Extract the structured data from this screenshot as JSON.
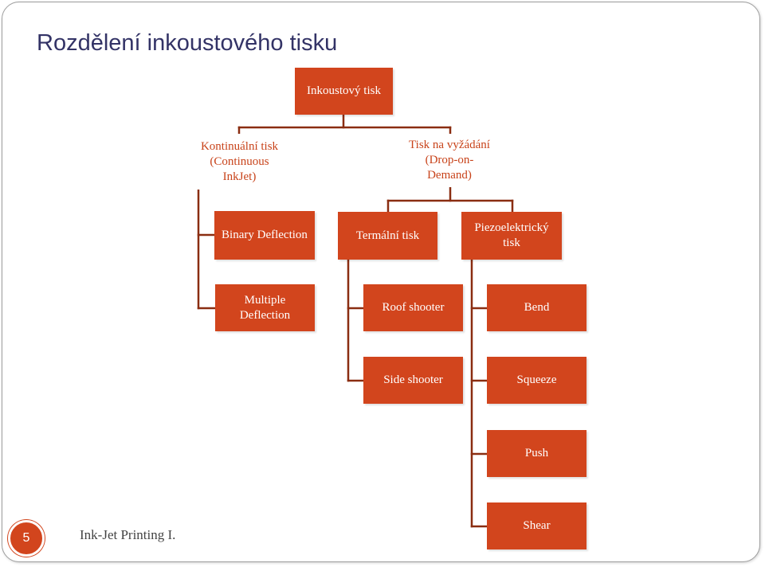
{
  "slide": {
    "title": "Rozdělení inkoustového tisku",
    "page_number": "5",
    "footer": "Ink-Jet Printing I."
  },
  "colors": {
    "node_fill": "#d2451d",
    "connector": "#8a2d11",
    "title": "#333366"
  },
  "diagram": {
    "root": "Inkoustový tisk",
    "continuous": [
      "Kontinuální tisk",
      "(Continuous",
      "InkJet)"
    ],
    "drop_on_demand": [
      "Tisk na vyžádání",
      "(Drop-on-",
      "Demand)"
    ],
    "binary_deflection": "Binary Deflection",
    "multiple_deflection": [
      "Multiple",
      "Deflection"
    ],
    "thermal": "Termální tisk",
    "roof_shooter": "Roof shooter",
    "side_shooter": "Side shooter",
    "piezo": [
      "Piezoelektrický",
      "tisk"
    ],
    "bend": "Bend",
    "squeeze": "Squeeze",
    "push": "Push",
    "shear": "Shear"
  }
}
